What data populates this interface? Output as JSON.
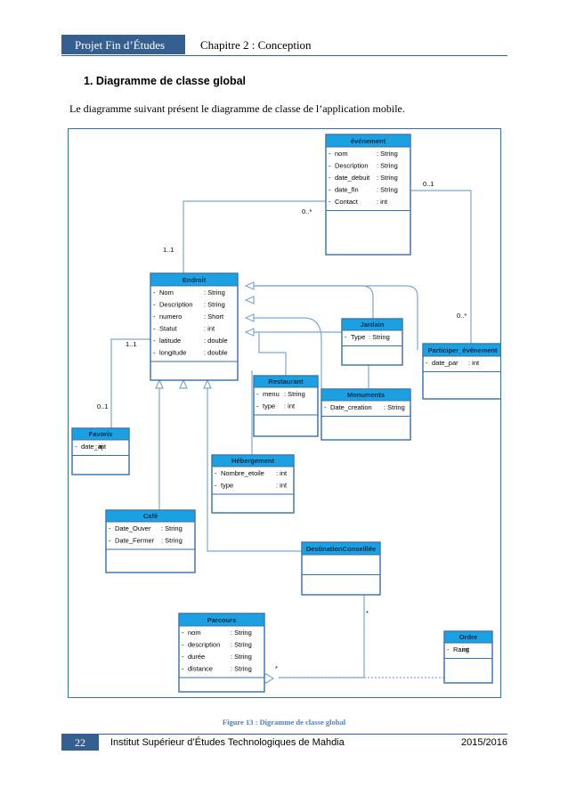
{
  "header": {
    "project": "Projet Fin d’Études",
    "chapter": "Chapitre 2 : Conception"
  },
  "section_title": "1.   Diagramme de classe global",
  "paragraph": "Le diagramme suivant présent le diagramme de classe de l’application mobile.",
  "classes": {
    "evenement": {
      "name": "événement",
      "attrs": [
        [
          "nom",
          ": String"
        ],
        [
          "Description",
          ": String"
        ],
        [
          "date_debuit",
          ": String"
        ],
        [
          "date_fin",
          ": String"
        ],
        [
          "Contact",
          ": int"
        ]
      ]
    },
    "endroit": {
      "name": "Endroit",
      "attrs": [
        [
          "Nom",
          ": String"
        ],
        [
          "Description",
          ": String"
        ],
        [
          "numero",
          ": Short"
        ],
        [
          "Statut",
          ": int"
        ],
        [
          "latitude",
          ": double"
        ],
        [
          "longitude",
          ": double"
        ]
      ]
    },
    "jardain": {
      "name": "Jardain",
      "attrs": [
        [
          "Type",
          ": String"
        ]
      ]
    },
    "participer": {
      "name": "Participer_événement",
      "attrs": [
        [
          "date_par",
          ": int"
        ]
      ]
    },
    "restaurant": {
      "name": "Restaurant",
      "attrs": [
        [
          "menu",
          ": String"
        ],
        [
          "type",
          ": int"
        ]
      ]
    },
    "monuments": {
      "name": "Monuments",
      "attrs": [
        [
          "Date_creation",
          ": String"
        ]
      ]
    },
    "favoris": {
      "name": "Favoris",
      "attrs": [
        [
          "date_aj",
          ": int"
        ]
      ]
    },
    "hebergement": {
      "name": "Hébergement",
      "attrs": [
        [
          "Nombre_etoile",
          ": int"
        ],
        [
          "type",
          ": int"
        ]
      ]
    },
    "cafe": {
      "name": "Café",
      "attrs": [
        [
          "Date_Ouver",
          ": String"
        ],
        [
          "Date_Fermer",
          ": String"
        ]
      ]
    },
    "destination": {
      "name": "DestinationConseillée",
      "attrs": []
    },
    "parcours": {
      "name": "Parcours",
      "attrs": [
        [
          "nom",
          ": String"
        ],
        [
          "description",
          ": String"
        ],
        [
          "durée",
          ": String"
        ],
        [
          "distance",
          ": String"
        ]
      ]
    },
    "ordre": {
      "name": "Ordre",
      "attrs": [
        [
          "Rang",
          ": int"
        ]
      ]
    }
  },
  "multiplicities": {
    "ev_endroit_many": "0..*",
    "ev_endroit_one": "1..1",
    "ev_part_one": "0..1",
    "ev_part_many": "0..*",
    "endroit_fav_one": "1..1",
    "endroit_fav_zero": "0..1",
    "dest_star": "*",
    "parcours_star": "*"
  },
  "caption": "Figure 13 : Digramme de classe global",
  "footer": {
    "page": "22",
    "institute": "Institut Supérieur d’Études Technologiques de Mahdia",
    "year": "2015/2016"
  },
  "colors": {
    "class_fill": "#1ba1e2",
    "class_border": "#3a6ea5",
    "line": "#7fa7cf",
    "header_bar": "#365f91",
    "caption": "#4f81bd"
  }
}
